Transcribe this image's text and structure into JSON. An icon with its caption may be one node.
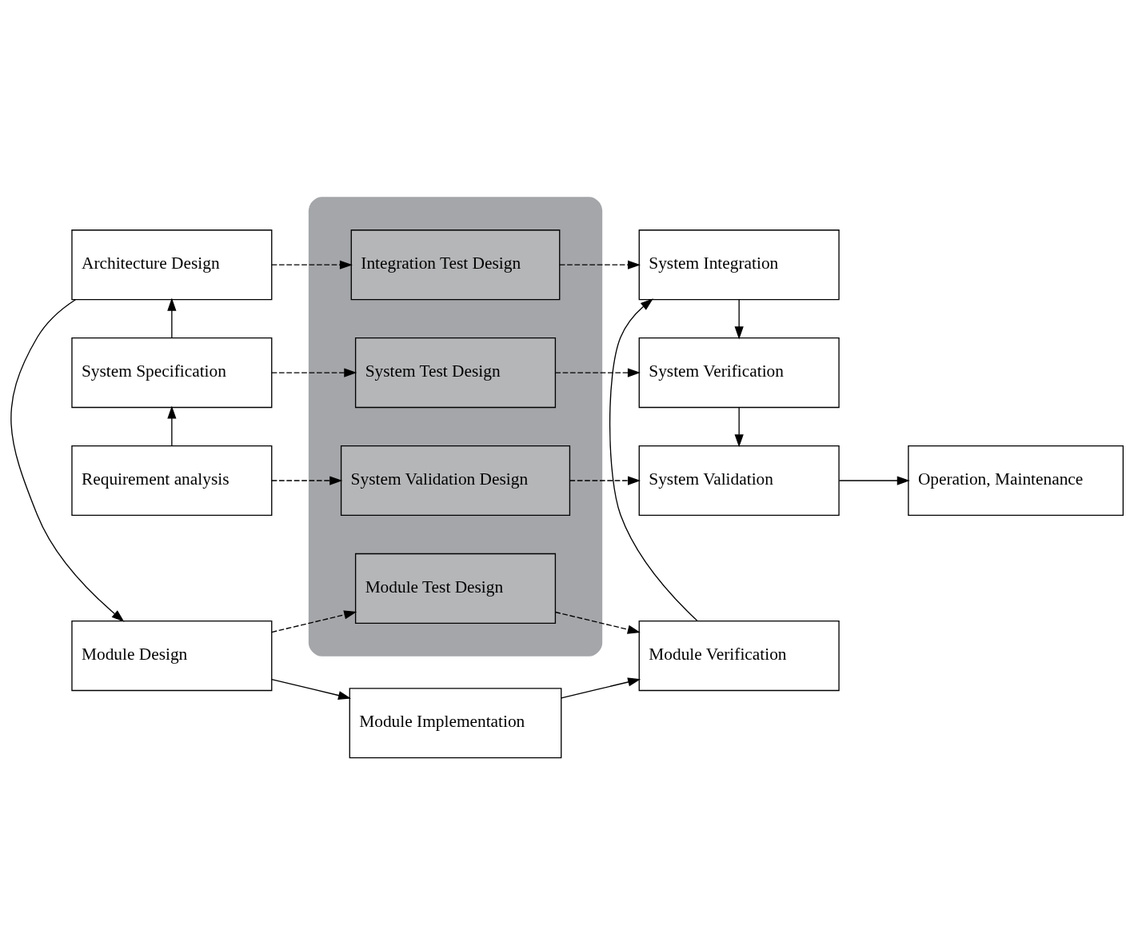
{
  "diagram": {
    "nodes": [
      {
        "text": [
          "Operation, Maintenance"
        ]
      },
      {
        "text": [
          "Requirement analysis"
        ]
      },
      {
        "text": [],
        "shape": "ellipse"
      },
      {
        "text": [
          "System Validation Design"
        ],
        "in": 2
      },
      {
        "text": [
          "System Validation"
        ]
      },
      {
        "text": [
          "System Specification"
        ]
      },
      {
        "text": [
          "System Test Design"
        ],
        "in": 2
      },
      {
        "text": [
          "System Verification"
        ]
      },
      {
        "text": [
          "Architecture Design"
        ]
      },
      {
        "text": [
          "Integration Test Design"
        ],
        "in": 2
      },
      {
        "text": [
          "System Integration"
        ]
      },
      {
        "text": [
          "Module Design"
        ]
      },
      {
        "text": [
          "Module Test Design"
        ],
        "in": 2
      },
      {
        "text": [
          "Module Verification"
        ]
      },
      {
        "text": [
          "Module Implementation"
        ]
      }
    ],
    "edges": [
      {
        "from": 1,
        "to": 5,
        "arrow": "to"
      },
      {
        "from": 5,
        "to": 8,
        "arrow": "to"
      },
      {
        "from": 8,
        "to": 11,
        "arrow": "to"
      },
      {
        "from": 11,
        "to": 14,
        "arrow": "to"
      },
      {
        "from": 14,
        "to": 13,
        "arrow": "to"
      },
      {
        "from": 13,
        "to": 10,
        "arrow": "to"
      },
      {
        "from": 10,
        "to": 7,
        "arrow": "to"
      },
      {
        "from": 7,
        "to": 4,
        "arrow": "to"
      },
      {
        "from": 4,
        "to": 0,
        "arrow": "to"
      },
      {
        "from": 1,
        "to": 3,
        "arrow": "to",
        "style": "dashed"
      },
      {
        "from": 3,
        "to": 4,
        "arrow": "to",
        "style": "dashed"
      },
      {
        "from": 5,
        "to": 6,
        "arrow": "to",
        "style": "dashed"
      },
      {
        "from": 6,
        "to": 7,
        "arrow": "to",
        "style": "dashed"
      },
      {
        "from": 8,
        "to": 9,
        "arrow": "to",
        "style": "dashed"
      },
      {
        "from": 9,
        "to": 10,
        "arrow": "to",
        "style": "dashed"
      },
      {
        "from": 11,
        "to": 12,
        "arrow": "to",
        "style": "dashed"
      },
      {
        "from": 12,
        "to": 13,
        "arrow": "to",
        "style": "dashed"
      }
    ]
  }
}
